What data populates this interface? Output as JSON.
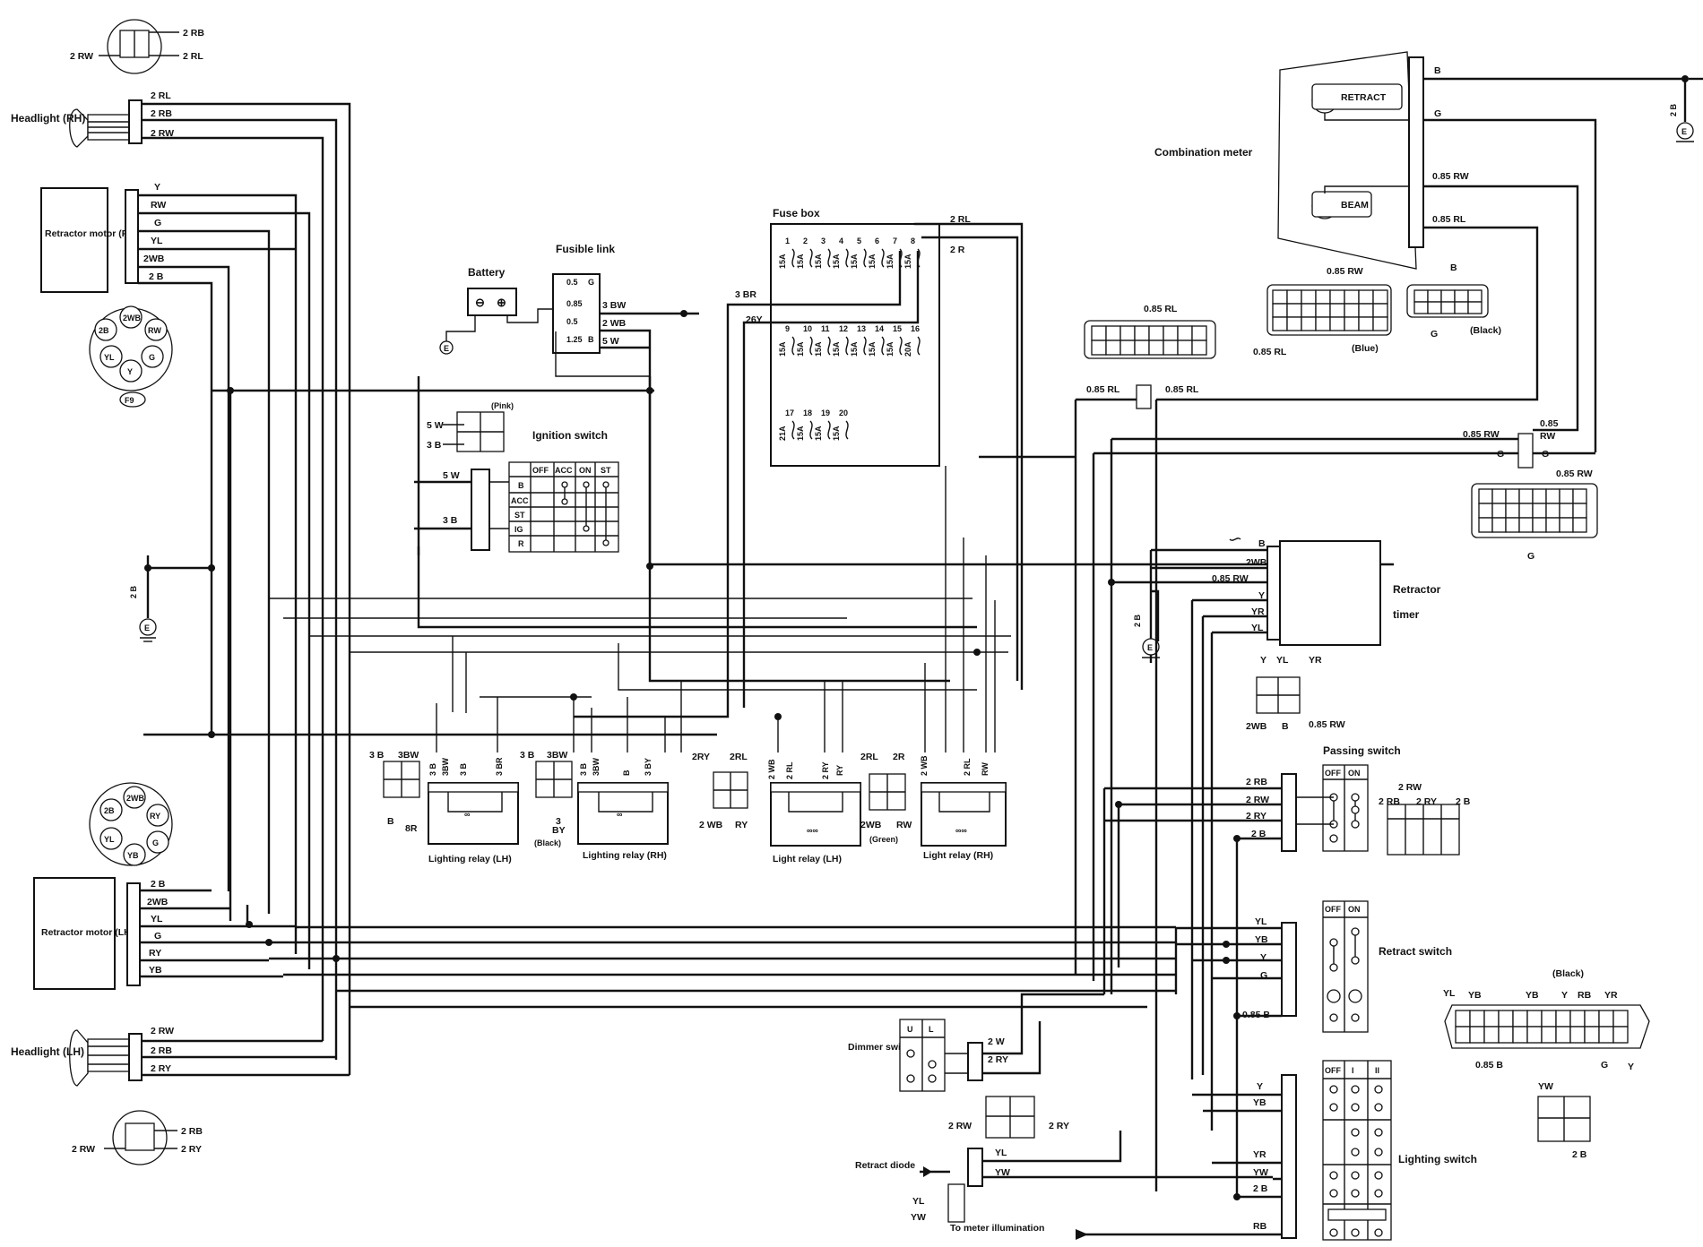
{
  "components": {
    "headlight_rh": "Headlight (RH)",
    "headlight_lh": "Headlight (LH)",
    "retractor_motor_rh": "Retractor motor (RH)",
    "retractor_motor_lh": "Retractor motor (LH)",
    "battery": "Battery",
    "fusible_link": "Fusible link",
    "ignition_switch": "Ignition switch",
    "fuse_box": "Fuse box",
    "combination_meter": "Combination meter",
    "retractor_timer_1": "Retractor",
    "retractor_timer_2": "timer",
    "passing_switch": "Passing switch",
    "retract_switch": "Retract switch",
    "lighting_switch": "Lighting switch",
    "dimmer_switch": "Dimmer switch",
    "retract_diode": "Retract diode",
    "to_meter": "To meter illumination",
    "lighting_relay_lh": "Lighting relay (LH)",
    "lighting_relay_rh": "Lighting relay (RH)",
    "light_relay_lh": "Light relay (LH)",
    "light_relay_rh": "Light relay (RH)",
    "retract_lamp": "RETRACT",
    "beam_lamp": "BEAM"
  },
  "notes": {
    "pink": "(Pink)",
    "black": "(Black)",
    "green": "(Green)",
    "blue": "(Blue)",
    "f9": "F9"
  },
  "ignition_table": {
    "headers": [
      "",
      "OFF",
      "ACC",
      "ON",
      "ST"
    ],
    "rows": [
      "B",
      "ACC",
      "ST",
      "IG",
      "R"
    ]
  },
  "switch_positions": {
    "off": "OFF",
    "on": "ON",
    "one": "I",
    "two": "II",
    "u": "U",
    "l": "L"
  },
  "fusible_values": [
    "0.5",
    "G",
    "0.85",
    "0.5",
    "1.25",
    "B"
  ],
  "fuses": {
    "row1_numbers": [
      "1",
      "2",
      "3",
      "4",
      "5",
      "6",
      "7",
      "8"
    ],
    "row1_amps": [
      "15A",
      "15A",
      "15A",
      "15A",
      "15A",
      "15A",
      "15A",
      "15A"
    ],
    "row2_numbers": [
      "9",
      "10",
      "11",
      "12",
      "13",
      "14",
      "15",
      "16"
    ],
    "row2_amps": [
      "15A",
      "15A",
      "15A",
      "15A",
      "15A",
      "15A",
      "15A",
      "20A"
    ],
    "row3_numbers": [
      "17",
      "18",
      "19",
      "20"
    ],
    "row3_amps": [
      "21A",
      "15A",
      "15A",
      "15A"
    ]
  },
  "wire_labels": {
    "top_rl": "2 RL",
    "top_rb": "2 RB",
    "top_rw": "2 RW",
    "y": "Y",
    "rw": "RW",
    "g": "G",
    "yl": "YL",
    "wb2": "2WB",
    "b2": "2 B",
    "ry": "RY",
    "yb": "YB",
    "bw3": "3 BW",
    "wb2b": "2 WB",
    "w5": "5 W",
    "br3": "3 BR",
    "y26": "26Y",
    "rl2": "2 RL",
    "r2": "2 R",
    "b": "B",
    "rw085": "0.85 RW",
    "rl085": "0.85 RL",
    "b3": "3 B",
    "w5b": "5 W",
    "b2v": "2 B",
    "wb3": "3BW",
    "b3s": "3 B",
    "br3s": "3 BR",
    "by3": "3 BY",
    "ry2": "2RY",
    "rl2s": "2 RL",
    "wb2s": "2 WB",
    "rl2b": "2 RL",
    "rys": "2 RY",
    "rls": "2RL",
    "r2s": "2 R",
    "wb2r": "2 WB",
    "rlr": "2 RL",
    "rwr": "RW",
    "rb2": "2 RB",
    "rw2": "2 RW",
    "ry2b": "2 RY",
    "b2b": "2 B",
    "yr": "YR",
    "yw": "YW",
    "rb": "RB",
    "b085": "0.85 B",
    "w2": "2 W",
    "wb2c": "2 WB",
    "b2c": "2 B",
    "ry2c": "2 RY"
  },
  "connector_pins": {
    "top_rb": "2 RB",
    "top_rw": "2 RW",
    "top_rl": "2 RL",
    "bot_rb": "2 RB",
    "bot_rw": "2 RW",
    "bot_ry": "2 RY",
    "f9_pins": [
      "2WB",
      "2B",
      "RW",
      "YL",
      "G",
      "Y"
    ],
    "lh_pins": [
      "2WB",
      "2B",
      "RY",
      "YL",
      "G",
      "YB"
    ],
    "blue_rw": "0.85 RW",
    "blue_rl": "0.85 RL",
    "black_b": "B",
    "black_g": "G",
    "mid_rl": "0.85 RL",
    "timer_pins": [
      "Y",
      "YL",
      "YR",
      "2WB",
      "B",
      "0.85 RW"
    ],
    "meter_rw": "0.85 RW",
    "meter_g": "G",
    "relay_pins": [
      "3 B",
      "3BW",
      "B",
      "8R",
      "3 B",
      "3BW",
      "3",
      "BY",
      "2RY",
      "2RL",
      "2 WB",
      "RY",
      "2RL",
      "2R",
      "2WB",
      "RW"
    ],
    "pass_pins": [
      "2 RW",
      "2 RB",
      "2 RY",
      "2 B"
    ],
    "retract_pins": [
      "YL",
      "YB",
      "YB",
      "Y",
      "RB",
      "YR",
      "0.85 B",
      "G",
      "Y"
    ],
    "lite_pins": [
      "YW",
      "2 B"
    ],
    "dim_pins": [
      "2 RW",
      "2 RY"
    ],
    "diode_pins": [
      "YL",
      "YW"
    ]
  }
}
